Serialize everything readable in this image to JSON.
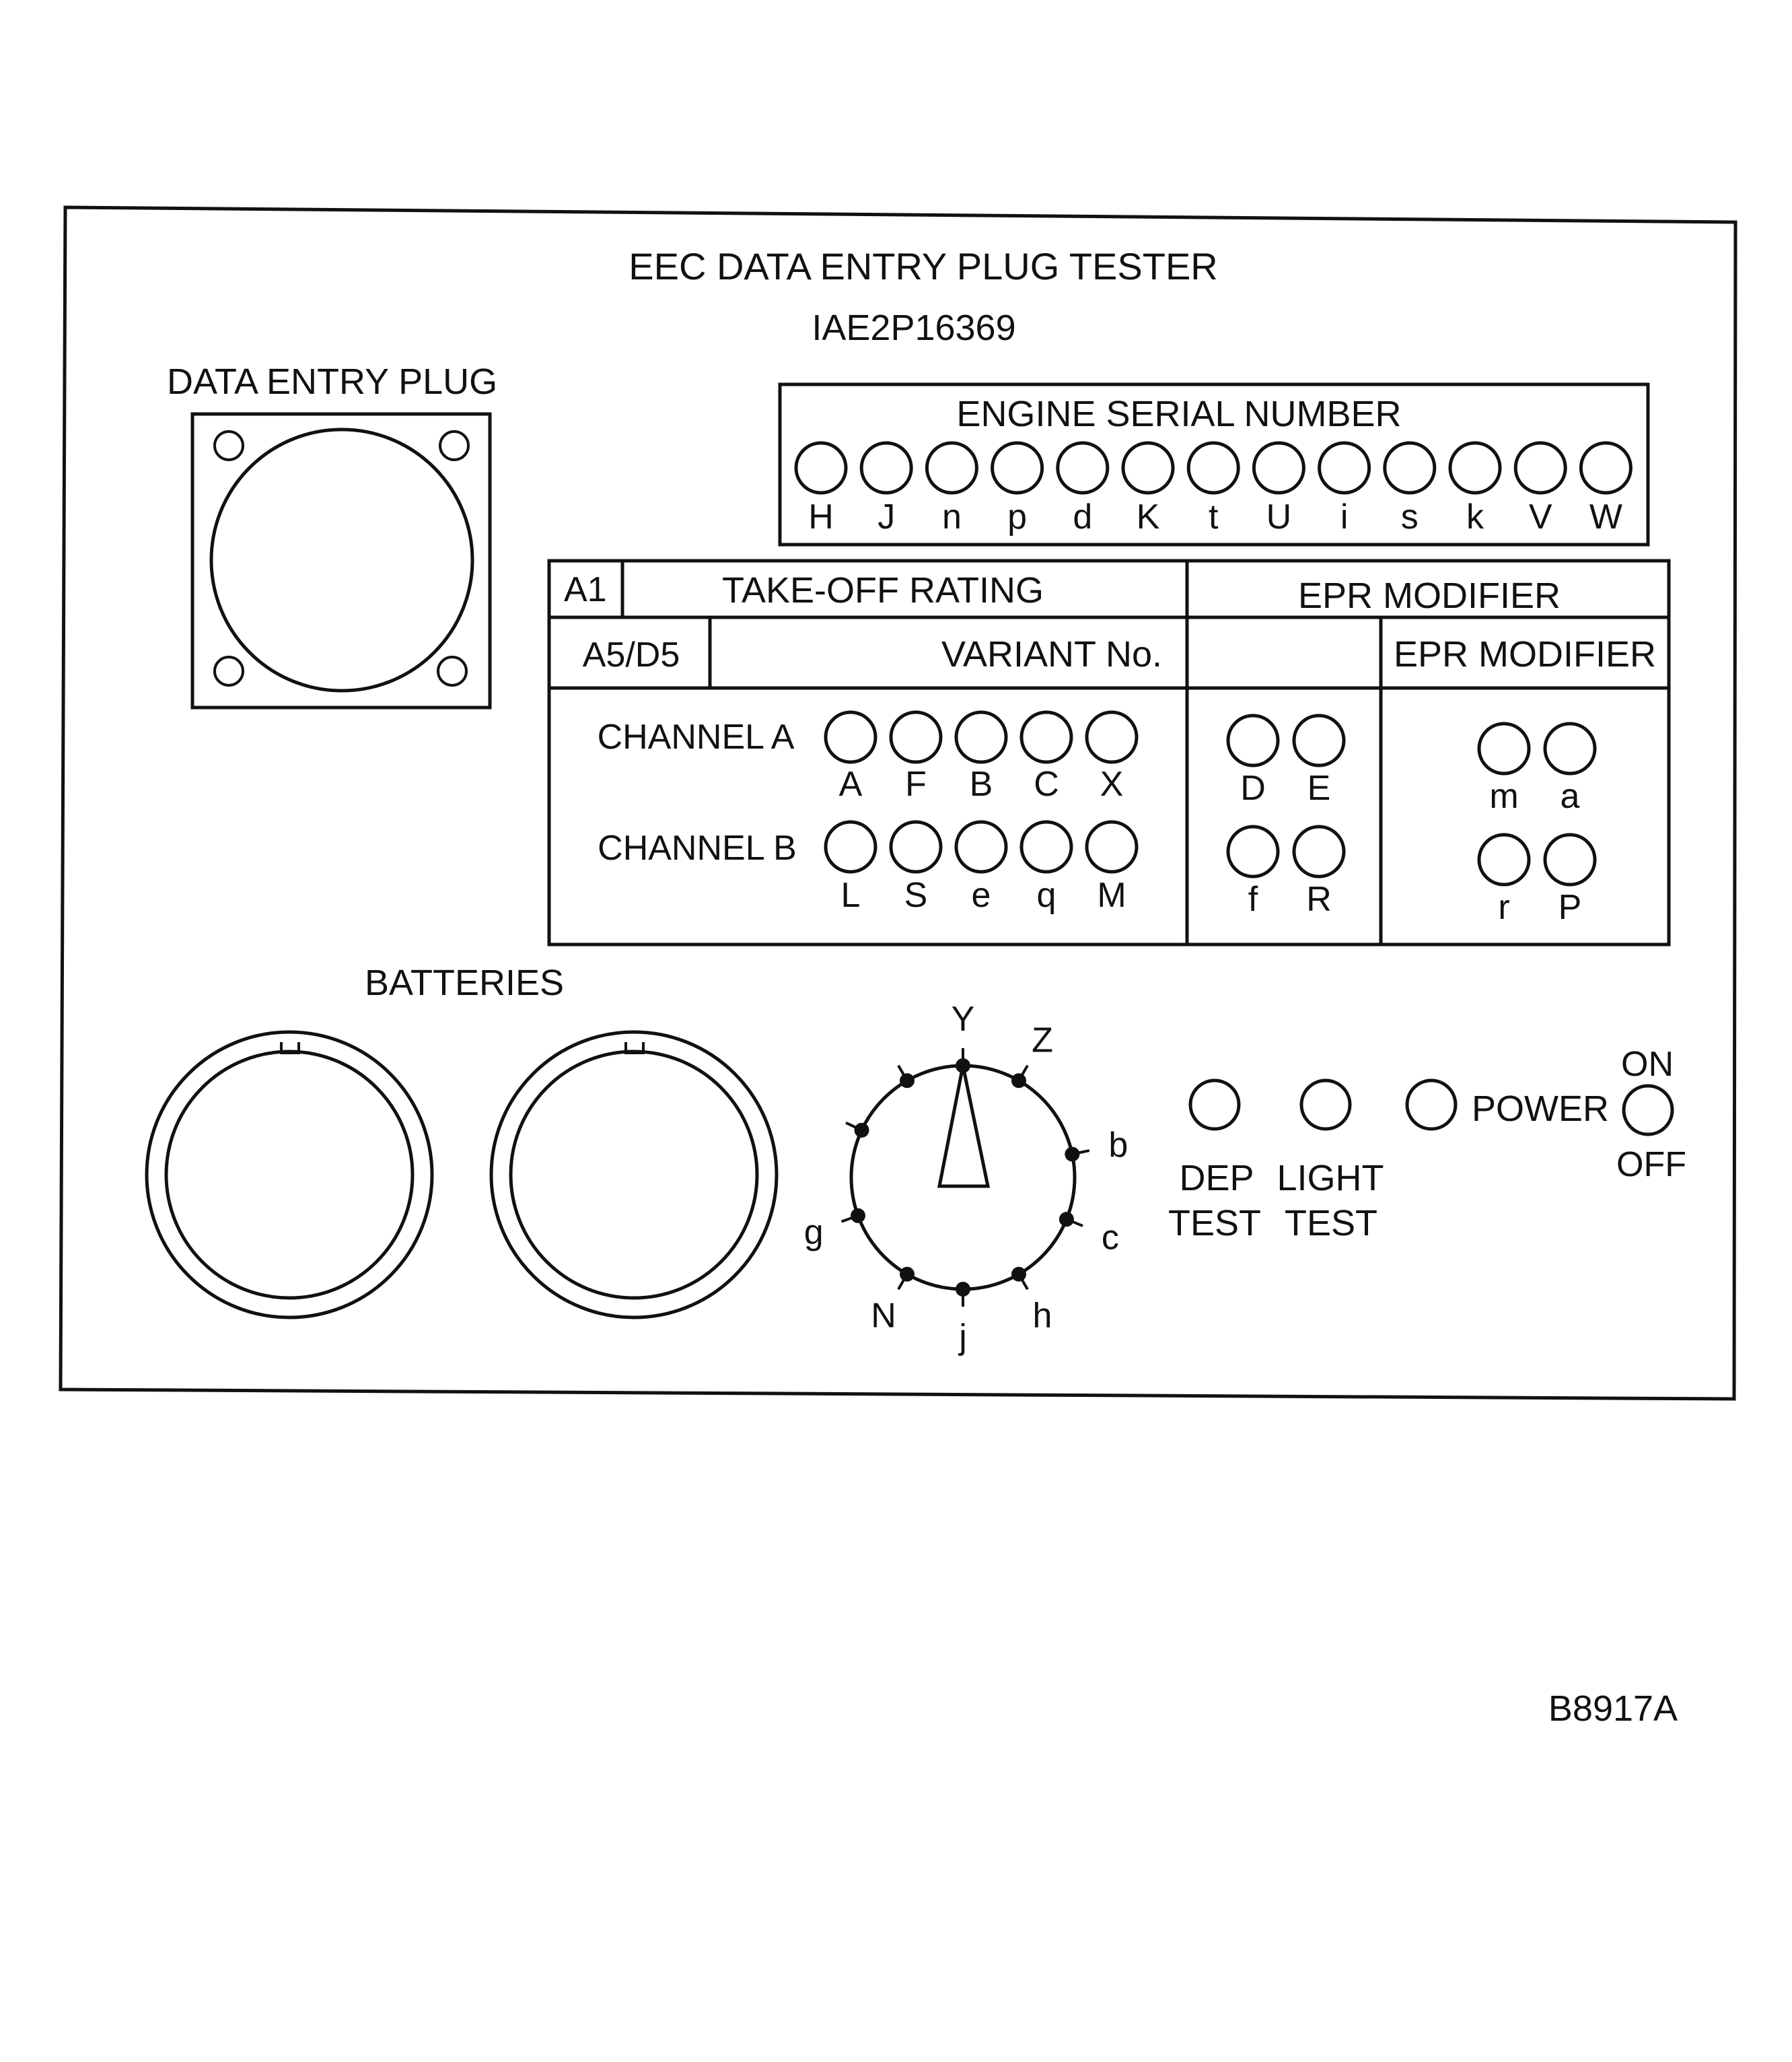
{
  "panel": {
    "title": "EEC DATA ENTRY PLUG TESTER",
    "part_number": "IAE2P16369",
    "plug_label": "DATA ENTRY PLUG",
    "figure_id": "B8917A"
  },
  "serial": {
    "header": "ENGINE SERIAL NUMBER",
    "lamps": [
      "H",
      "J",
      "n",
      "p",
      "d",
      "K",
      "t",
      "U",
      "i",
      "s",
      "k",
      "V",
      "W"
    ]
  },
  "ratings": {
    "a1_code": "A1",
    "takeoff_label": "TAKE-OFF RATING",
    "epr_modifier_1": "EPR MODIFIER",
    "a5d5_code": "A5/D5",
    "variant_label": "VARIANT No.",
    "epr_modifier_2": "EPR MODIFIER",
    "channel_a_label": "CHANNEL A",
    "channel_b_label": "CHANNEL B",
    "channel_a_lamps": [
      "A",
      "F",
      "B",
      "C",
      "X"
    ],
    "channel_b_lamps": [
      "L",
      "S",
      "e",
      "q",
      "M"
    ],
    "mid_top_lamps": [
      "D",
      "E"
    ],
    "mid_bottom_lamps": [
      "f",
      "R"
    ],
    "right_top_lamps": [
      "m",
      "a"
    ],
    "right_bottom_lamps": [
      "r",
      "P"
    ]
  },
  "batteries": {
    "label": "BATTERIES"
  },
  "selector": {
    "positions": [
      "Y",
      "Z",
      "b",
      "c",
      "h",
      "j",
      "N",
      "g"
    ]
  },
  "controls": {
    "dep_line1": "DEP",
    "dep_line2": "TEST",
    "light_line1": "LIGHT",
    "light_line2": "TEST",
    "power_label": "POWER",
    "on_label": "ON",
    "off_label": "OFF"
  }
}
